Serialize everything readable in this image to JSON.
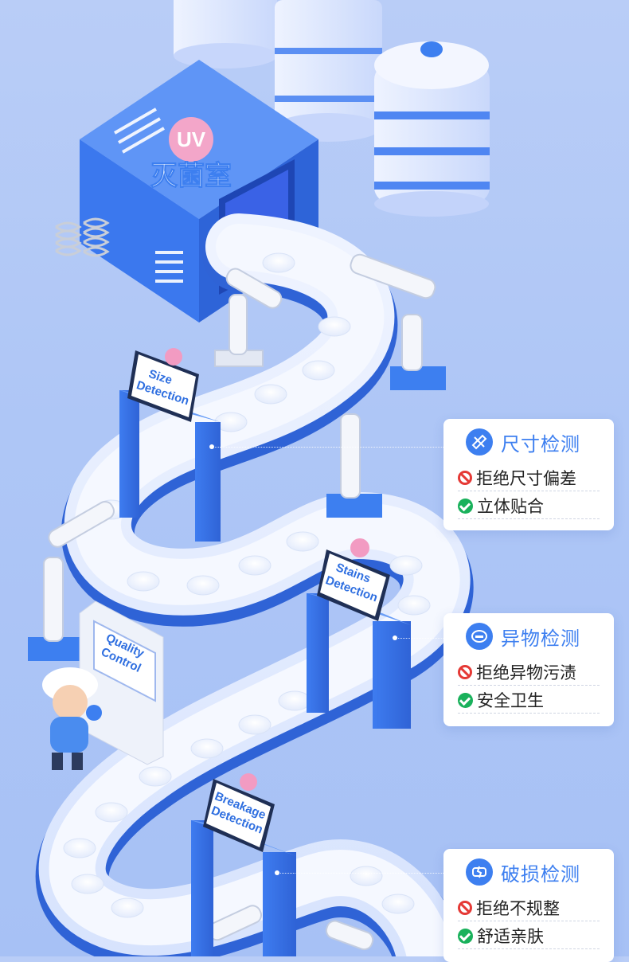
{
  "uv_room": {
    "title_top": "UV",
    "title_bottom": "灭菌室"
  },
  "stations": {
    "size_sign": [
      "Size",
      "Detection"
    ],
    "stains_sign": [
      "Stains",
      "Detection"
    ],
    "breakage_sign": [
      "Breakage",
      "Detection"
    ],
    "quality_sign": [
      "Quality",
      "Control"
    ]
  },
  "cards": [
    {
      "icon": "ruler-pencil-icon",
      "title": "尺寸检测",
      "bad": "拒绝尺寸偏差",
      "good": "立体贴合"
    },
    {
      "icon": "foreign-object-icon",
      "title": "异物检测",
      "bad": "拒绝异物污渍",
      "good": "安全卫生"
    },
    {
      "icon": "broken-pad-icon",
      "title": "破损检测",
      "bad": "拒绝不规整",
      "good": "舒适亲肤"
    }
  ],
  "colors": {
    "accent": "#3d7ff0",
    "background": "#b3c9f6",
    "reject": "#e53935",
    "accept": "#19b15b"
  }
}
